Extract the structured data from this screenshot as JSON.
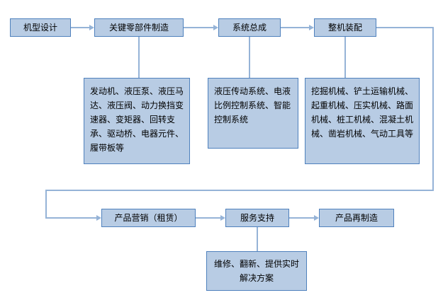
{
  "flowchart": {
    "title": "",
    "top_row": [
      {
        "label": "机型设计"
      },
      {
        "label": "关键零部件制造"
      },
      {
        "label": "系统总成"
      },
      {
        "label": "整机装配"
      }
    ],
    "detail_boxes": [
      {
        "label": "发动机、液压泵、液压马达、液压阀、动力换挡变速器、变矩器、回转支承、驱动桥、电器元件、履带板等"
      },
      {
        "label": "液压传动系统、电液比例控制系统、智能控制系统"
      },
      {
        "label": "挖掘机械、铲土运输机械、起重机械、压实机械、路面机械、桩工机械、混凝土机械、凿岩机械、气动工具等"
      },
      {
        "label": "维修、翻新、提供实时解决方案"
      }
    ],
    "bottom_row": [
      {
        "label": "产品营销（租赁）"
      },
      {
        "label": "服务支持"
      },
      {
        "label": "产品再制造"
      }
    ],
    "colors": {
      "box_fill": "#b8cce4",
      "box_border": "#4f81bd",
      "connector": "#95b3d7",
      "text": "#000000"
    }
  }
}
